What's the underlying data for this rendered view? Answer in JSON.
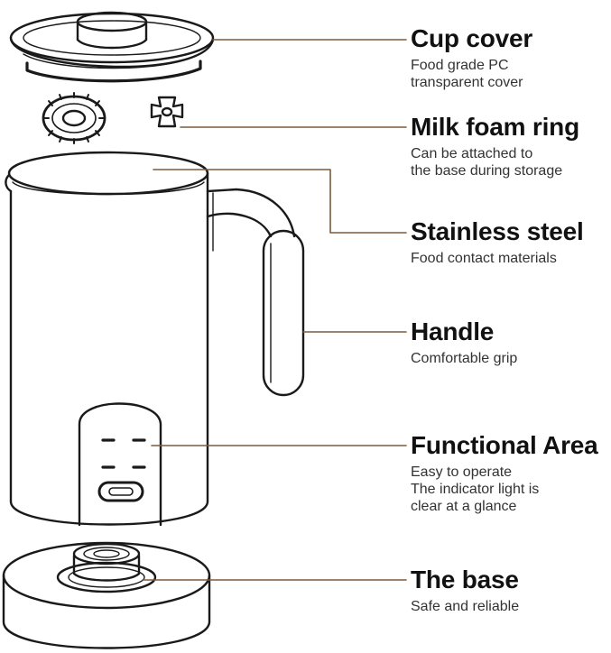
{
  "callouts": [
    {
      "title": "Cup cover",
      "lines": [
        "Food grade PC",
        "transparent cover"
      ]
    },
    {
      "title": "Milk foam ring",
      "lines": [
        "Can be attached to",
        "the base during storage"
      ]
    },
    {
      "title": "Stainless steel",
      "lines": [
        "Food contact materials"
      ]
    },
    {
      "title": "Handle",
      "lines": [
        "Comfortable grip"
      ]
    },
    {
      "title": "Functional Area",
      "lines": [
        "Easy to operate",
        "The indicator light is",
        "clear at a glance"
      ]
    },
    {
      "title": "The base",
      "lines": [
        "Safe and reliable"
      ]
    }
  ],
  "colors": {
    "leader_line": "#7a5c3e",
    "outline": "#1a1a1a"
  }
}
